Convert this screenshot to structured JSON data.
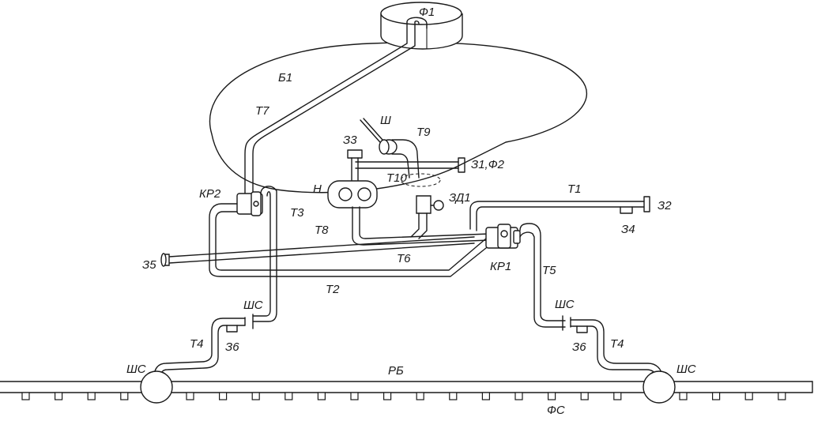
{
  "labels": {
    "f1": "Ф1",
    "b1": "Б1",
    "t7": "Т7",
    "sh": "Ш",
    "t9": "Т9",
    "z3": "З3",
    "z1f2": "З1,Ф2",
    "t10": "Т10",
    "n": "Н",
    "kr2": "КР2",
    "zd1": "ЗД1",
    "t1": "Т1",
    "z2": "З2",
    "t3": "Т3",
    "z4": "З4",
    "t8": "Т8",
    "z5": "З5",
    "t6": "Т6",
    "kr1": "КР1",
    "t5": "Т5",
    "t2": "Т2",
    "shs_left_upper": "ШС",
    "shs_right_upper": "ШС",
    "t4_left": "Т4",
    "z6_left": "З6",
    "z6_right": "З6",
    "t4_right": "Т4",
    "shs_left_lower": "ШС",
    "rb": "РБ",
    "shs_right_lower": "ШС",
    "fs": "ФС"
  }
}
